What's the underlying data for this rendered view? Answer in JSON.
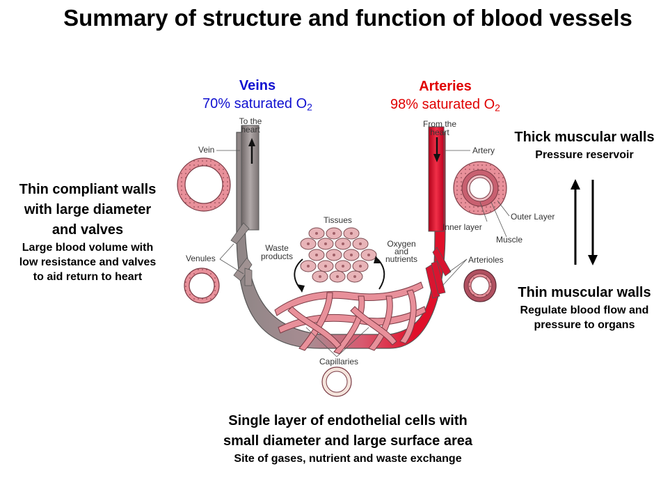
{
  "title": "Summary of structure and function of blood vessels",
  "veins": {
    "name": "Veins",
    "saturation": "70% saturated O",
    "sub": "2"
  },
  "arteries": {
    "name": "Arteries",
    "saturation": "98% saturated O",
    "sub": "2"
  },
  "left_text": {
    "heading": [
      "Thin compliant walls",
      "with large diameter",
      "and valves"
    ],
    "body": [
      "Large blood volume with",
      "low resistance and valves",
      "to aid return to heart"
    ]
  },
  "right_top": {
    "heading": "Thick muscular walls",
    "body": "Pressure reservoir"
  },
  "right_bottom": {
    "heading": "Thin muscular walls",
    "body": [
      "Regulate blood flow and",
      "pressure to organs"
    ]
  },
  "bottom_text": {
    "heading": [
      "Single layer of endothelial cells with",
      "small diameter and large surface area"
    ],
    "body": "Site of gases, nutrient and waste exchange"
  },
  "labels": {
    "to_heart": [
      "To the",
      "heart"
    ],
    "from_heart": [
      "From the",
      "heart"
    ],
    "vein": "Vein",
    "artery": "Artery",
    "tissues": "Tissues",
    "waste": [
      "Waste",
      "products"
    ],
    "oxygen": [
      "Oxygen",
      "and",
      "nutrients"
    ],
    "venules": "Venules",
    "arterioles": "Arterioles",
    "inner_layer": "Inner layer",
    "outer_layer": "Outer Layer",
    "muscle": "Muscle",
    "capillaries": "Capillaries"
  },
  "colors": {
    "vein": "#8a8080",
    "artery": "#e0102a",
    "vessel_wall": "#e8909a",
    "veins_heading": "#1010d0",
    "arteries_heading": "#e00000"
  }
}
